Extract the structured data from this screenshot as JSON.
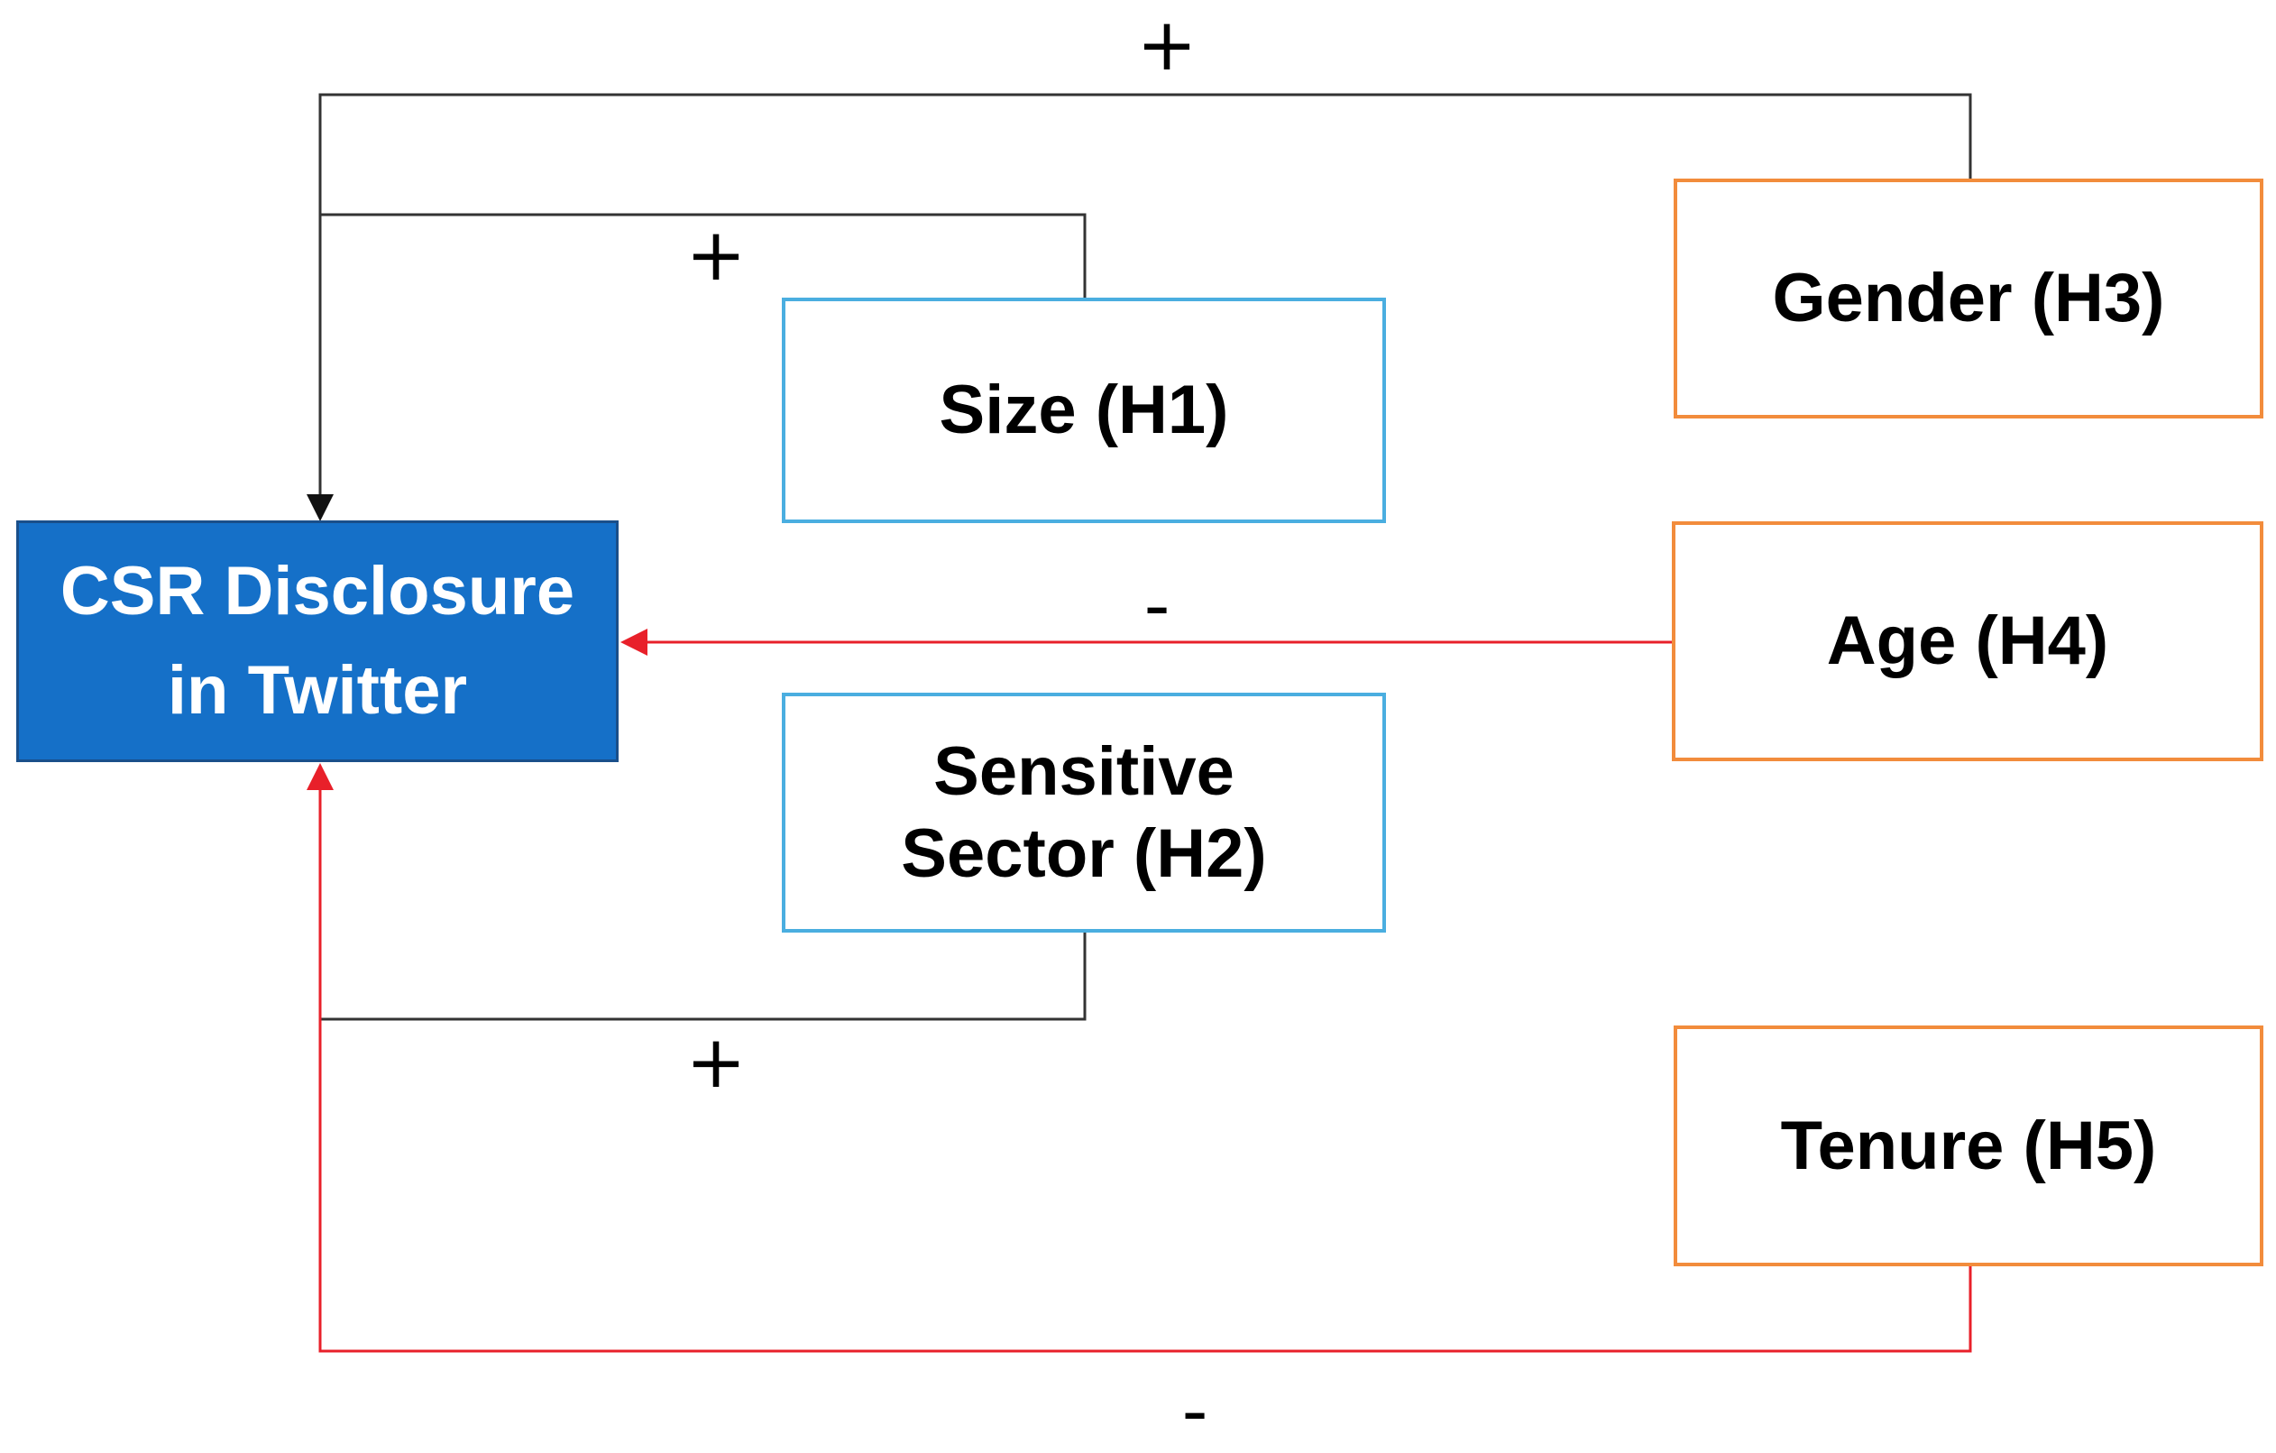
{
  "boxes": {
    "csr": "CSR Disclosure\nin Twitter",
    "size": "Size (H1)",
    "sector": "Sensitive\nSector (H2)",
    "gender": "Gender (H3)",
    "age": "Age (H4)",
    "tenure": "Tenure (H5)"
  },
  "signs": {
    "gender": "+",
    "size": "+",
    "age": "-",
    "sector": "+",
    "tenure": "-"
  },
  "colors": {
    "main_fill": "#1570c8",
    "blue_border": "#4aaee0",
    "orange_border": "#f28c3c",
    "positive_link": "#333333",
    "negative_link": "#e8202a"
  }
}
